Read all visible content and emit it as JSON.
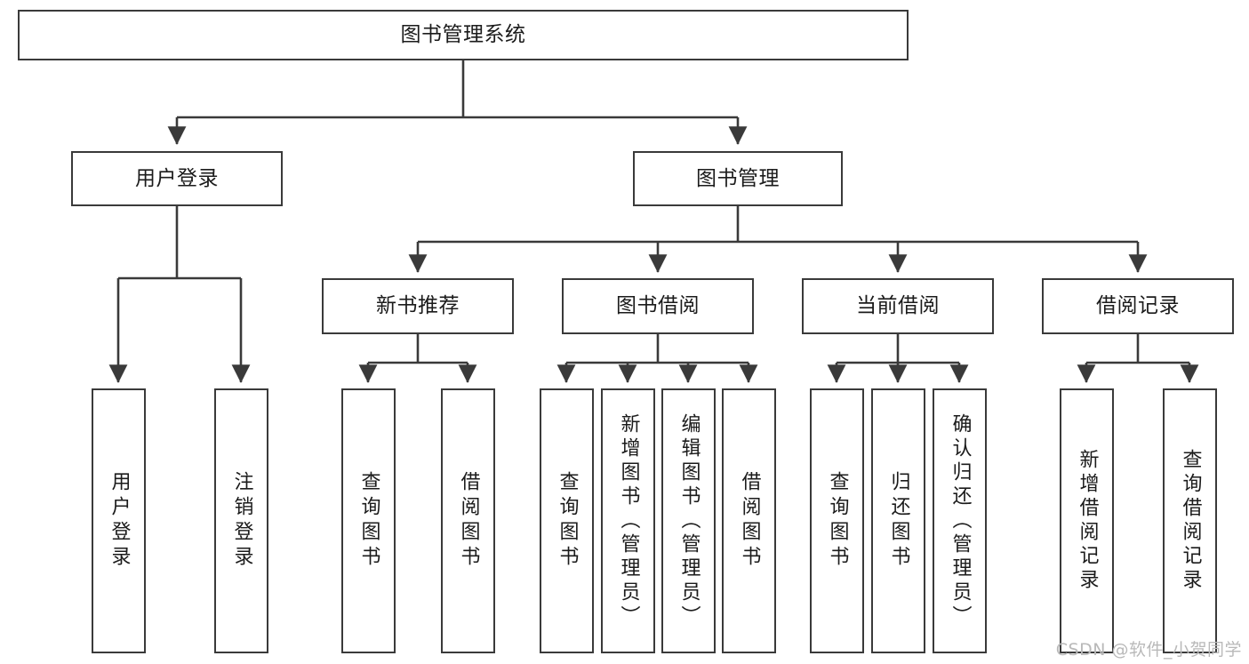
{
  "diagram": {
    "title": "图书管理系统",
    "type": "tree",
    "root": {
      "label": "图书管理系统"
    },
    "level2": [
      {
        "label": "用户登录"
      },
      {
        "label": "图书管理"
      }
    ],
    "level3": [
      {
        "label": "新书推荐"
      },
      {
        "label": "图书借阅"
      },
      {
        "label": "当前借阅"
      },
      {
        "label": "借阅记录"
      }
    ],
    "leaves": {
      "user_login": [
        {
          "label": "用户登录"
        },
        {
          "label": "注销登录"
        }
      ],
      "new_book_recommend": [
        {
          "label": "查询图书"
        },
        {
          "label": "借阅图书"
        }
      ],
      "book_borrow": [
        {
          "label": "查询图书"
        },
        {
          "label": "新增图书（管理员）"
        },
        {
          "label": "编辑图书（管理员）"
        },
        {
          "label": "借阅图书"
        }
      ],
      "current_borrow": [
        {
          "label": "查询图书"
        },
        {
          "label": "归还图书"
        },
        {
          "label": "确认归还（管理员）"
        }
      ],
      "borrow_record": [
        {
          "label": "新增借阅记录"
        },
        {
          "label": "查询借阅记录"
        }
      ]
    }
  },
  "watermark": {
    "text": "CSDN @软件_小贺同学"
  },
  "colors": {
    "stroke": "#3a3a3a",
    "text": "#1b1b1b",
    "background": "#ffffff",
    "watermark": "#b9b9b9"
  }
}
